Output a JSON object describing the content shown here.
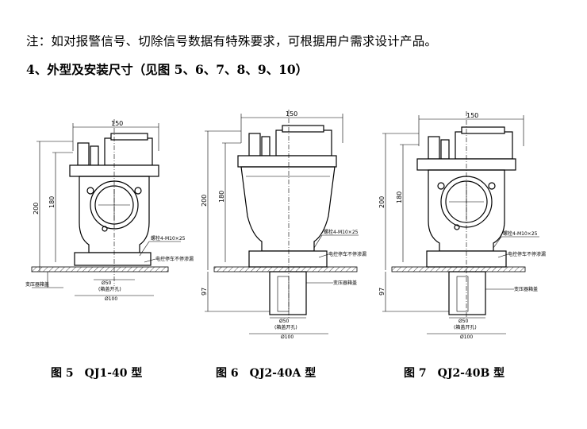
{
  "note_text": "注：如对报警信号、切除信号数据有特殊要求，可根据用户需求设计产品。",
  "section_title": "4、外型及安装尺寸（见图 5、6、7、8、9、10）",
  "figures": [
    {
      "caption_num": "图 5",
      "caption_model": "QJ1-40 型",
      "dim_top": "150",
      "dim_left_outer": "200",
      "dim_left_inner": "180",
      "bolt_label": "螺栓4-M10×25",
      "valve_label": "电控停车不停渗漏",
      "tank_label": "变压器箱盖",
      "dia_small": "Ø50",
      "hole_label": "(箱盖开孔)",
      "dia_large": "Ø100"
    },
    {
      "caption_num": "图 6",
      "caption_model": "QJ2-40A 型",
      "dim_top": "150",
      "dim_left_outer": "200",
      "dim_left_inner": "180",
      "dim_bottom": "97",
      "bolt_label": "螺栓4-M10×25",
      "valve_label": "电控停车不停渗漏",
      "tank_label": "变压器箱盖",
      "dia_small": "Ø50",
      "hole_label": "(箱盖开孔)",
      "dia_large": "Ø100"
    },
    {
      "caption_num": "图 7",
      "caption_model": "QJ2-40B 型",
      "dim_top": "150",
      "dim_left_outer": "200",
      "dim_left_inner": "180",
      "dim_bottom": "97",
      "bolt_label": "螺栓4-M10×25",
      "valve_label": "电控停车不停渗漏",
      "tank_label": "变压器箱盖",
      "dia_small": "Ø50",
      "hole_label": "(箱盖开孔)",
      "dia_large": "Ø100"
    }
  ]
}
